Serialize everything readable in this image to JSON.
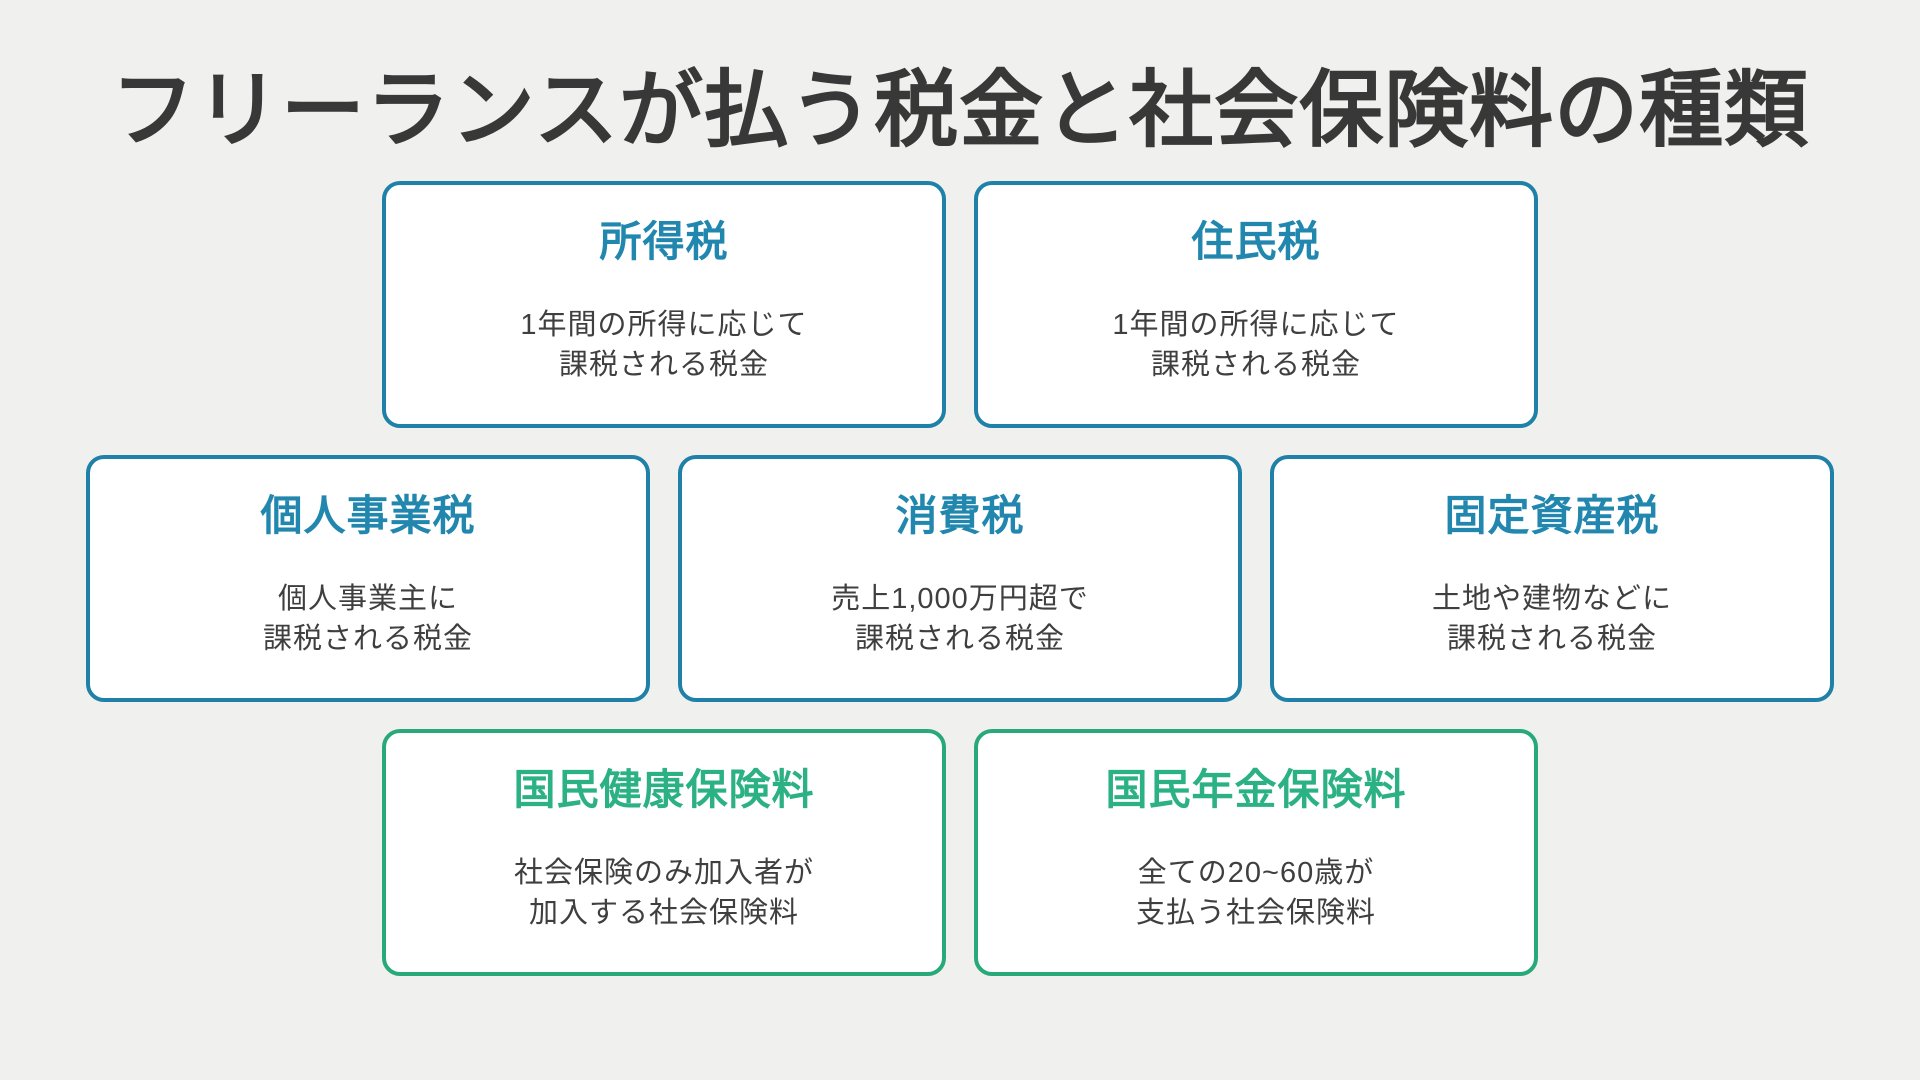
{
  "page": {
    "title": "フリーランスが払う税金と社会保険料の種類"
  },
  "colors": {
    "background": "#f0f0ee",
    "card_background": "#ffffff",
    "title_text": "#383838",
    "body_text": "#3f3f3f",
    "blue_border": "#1f81a8",
    "blue_heading": "#2287ae",
    "green_border": "#28a97a",
    "green_heading": "#2bb183"
  },
  "cards": [
    {
      "title": "所得税",
      "line1": "1年間の所得に応じて",
      "line2": "課税される税金",
      "theme": "blue"
    },
    {
      "title": "住民税",
      "line1": "1年間の所得に応じて",
      "line2": "課税される税金",
      "theme": "blue"
    },
    {
      "title": "個人事業税",
      "line1": "個人事業主に",
      "line2": "課税される税金",
      "theme": "blue"
    },
    {
      "title": "消費税",
      "line1": "売上1,000万円超で",
      "line2": "課税される税金",
      "theme": "blue"
    },
    {
      "title": "固定資産税",
      "line1": "土地や建物などに",
      "line2": "課税される税金",
      "theme": "blue"
    },
    {
      "title": "国民健康保険料",
      "line1": "社会保険のみ加入者が",
      "line2": "加入する社会保険料",
      "theme": "green"
    },
    {
      "title": "国民年金保険料",
      "line1": "全ての20~60歳が",
      "line2": "支払う社会保険料",
      "theme": "green"
    }
  ]
}
